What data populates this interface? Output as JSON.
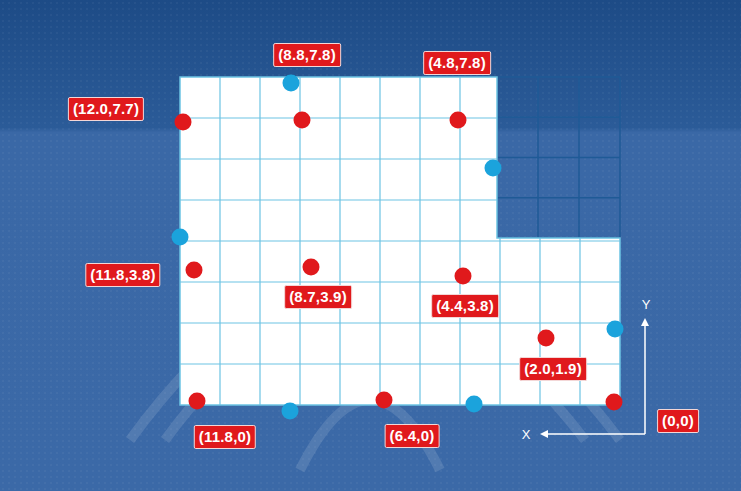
{
  "diagram": {
    "labels": [
      "(8.8,7.8)",
      "(4.8,7.8)",
      "(12.0,7.7)",
      "(11.8,3.8)",
      "(8.7,3.9)",
      "(4.4,3.8)",
      "(2.0,1.9)",
      "(11.8,0)",
      "(6.4,0)",
      "(0,0)",
      "Y",
      "X"
    ]
  }
}
